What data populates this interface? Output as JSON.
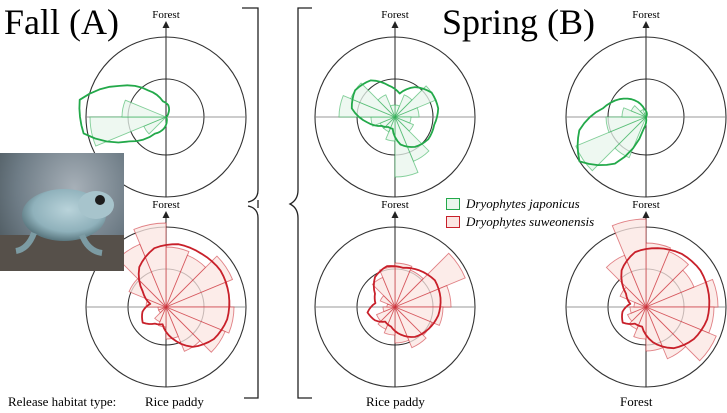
{
  "panels": {
    "fall_heading": "Fall (A)",
    "spring_heading": "Spring (B)"
  },
  "axis_direction_label": "Forest",
  "legend": [
    {
      "species": "Dryophytes japonicus",
      "stroke": "#23a94a",
      "fill": "#e8f6ec"
    },
    {
      "species": "Dryophytes suweonensis",
      "stroke": "#c8202a",
      "fill": "#fbe5e2"
    }
  ],
  "bottom_labels": {
    "release_habitat_prefix": "Release habitat type:",
    "fall_habitat": "Rice paddy",
    "spring_col1_habitat": "Rice paddy",
    "spring_col2_habitat": "Forest"
  },
  "colors": {
    "grid": "#333333",
    "bracket": "#222222",
    "green": "#23a94a",
    "red": "#c8202a"
  },
  "photo": {
    "subject": "frog-photo"
  },
  "rose_plots": [
    {
      "id": "fall-japonicus",
      "species": "Dryophytes japonicus",
      "season": "Fall",
      "habitat": "Rice paddy",
      "sector_radii": [
        0.0,
        0.0,
        0.0,
        0.0,
        0.0,
        0.0,
        0.0,
        0.0,
        0.0,
        0.0,
        0.3,
        0.95,
        0.55,
        0.0,
        0.0,
        0.0
      ],
      "outline_radii": [
        0.15,
        0.05,
        0.0,
        0.0,
        0.0,
        0.0,
        0.0,
        0.05,
        0.15,
        0.25,
        0.55,
        1.05,
        1.1,
        0.7,
        0.4,
        0.2
      ]
    },
    {
      "id": "spring-paddy-japonicus",
      "species": "Dryophytes japonicus",
      "season": "Spring",
      "habitat": "Rice paddy",
      "sector_radii": [
        0.15,
        0.3,
        0.55,
        0.3,
        0.2,
        0.25,
        0.6,
        0.75,
        0.3,
        0.2,
        0.2,
        0.3,
        0.7,
        0.6,
        0.3,
        0.15
      ],
      "outline_radii": [
        0.3,
        0.45,
        0.55,
        0.55,
        0.5,
        0.5,
        0.45,
        0.35,
        0.15,
        0.15,
        0.2,
        0.35,
        0.55,
        0.6,
        0.55,
        0.4
      ]
    },
    {
      "id": "spring-forest-japonicus",
      "species": "Dryophytes japonicus",
      "season": "Spring",
      "habitat": "Forest",
      "sector_radii": [
        0.0,
        0.0,
        0.0,
        0.0,
        0.0,
        0.0,
        0.0,
        0.0,
        0.0,
        0.55,
        0.95,
        0.5,
        0.3,
        0.2,
        0.1,
        0.05
      ],
      "outline_radii": [
        0.05,
        0.0,
        0.0,
        0.0,
        0.0,
        0.0,
        0.0,
        0.0,
        0.15,
        0.7,
        1.0,
        0.85,
        0.55,
        0.4,
        0.25,
        0.1
      ]
    },
    {
      "id": "fall-suweonensis",
      "species": "Dryophytes suweonensis",
      "season": "Fall",
      "habitat": "Rice paddy",
      "sector_radii": [
        0.75,
        0.7,
        0.9,
        0.8,
        0.85,
        0.8,
        0.6,
        0.4,
        0.25,
        0.2,
        0.1,
        0.1,
        0.25,
        0.5,
        0.85,
        1.05
      ],
      "outline_radii": [
        0.8,
        0.8,
        0.82,
        0.8,
        0.78,
        0.72,
        0.6,
        0.4,
        0.22,
        0.25,
        0.35,
        0.3,
        0.2,
        0.35,
        0.6,
        0.75
      ]
    },
    {
      "id": "spring-paddy-suweonensis",
      "species": "Dryophytes suweonensis",
      "season": "Spring",
      "habitat": "Rice paddy",
      "sector_radii": [
        0.55,
        0.5,
        0.95,
        0.7,
        0.6,
        0.5,
        0.55,
        0.45,
        0.35,
        0.3,
        0.25,
        0.15,
        0.1,
        0.2,
        0.4,
        0.5
      ],
      "outline_radii": [
        0.5,
        0.55,
        0.6,
        0.58,
        0.55,
        0.5,
        0.45,
        0.35,
        0.25,
        0.22,
        0.3,
        0.35,
        0.25,
        0.3,
        0.45,
        0.52
      ]
    },
    {
      "id": "spring-forest-suweonensis",
      "species": "Dryophytes suweonensis",
      "season": "Spring",
      "habitat": "Forest",
      "sector_radii": [
        0.8,
        0.75,
        0.65,
        0.9,
        0.85,
        0.95,
        0.7,
        0.55,
        0.4,
        0.3,
        0.25,
        0.2,
        0.15,
        0.35,
        0.7,
        1.1
      ],
      "outline_radii": [
        0.75,
        0.8,
        0.82,
        0.8,
        0.78,
        0.72,
        0.62,
        0.45,
        0.25,
        0.25,
        0.35,
        0.3,
        0.2,
        0.3,
        0.55,
        0.7
      ]
    }
  ]
}
